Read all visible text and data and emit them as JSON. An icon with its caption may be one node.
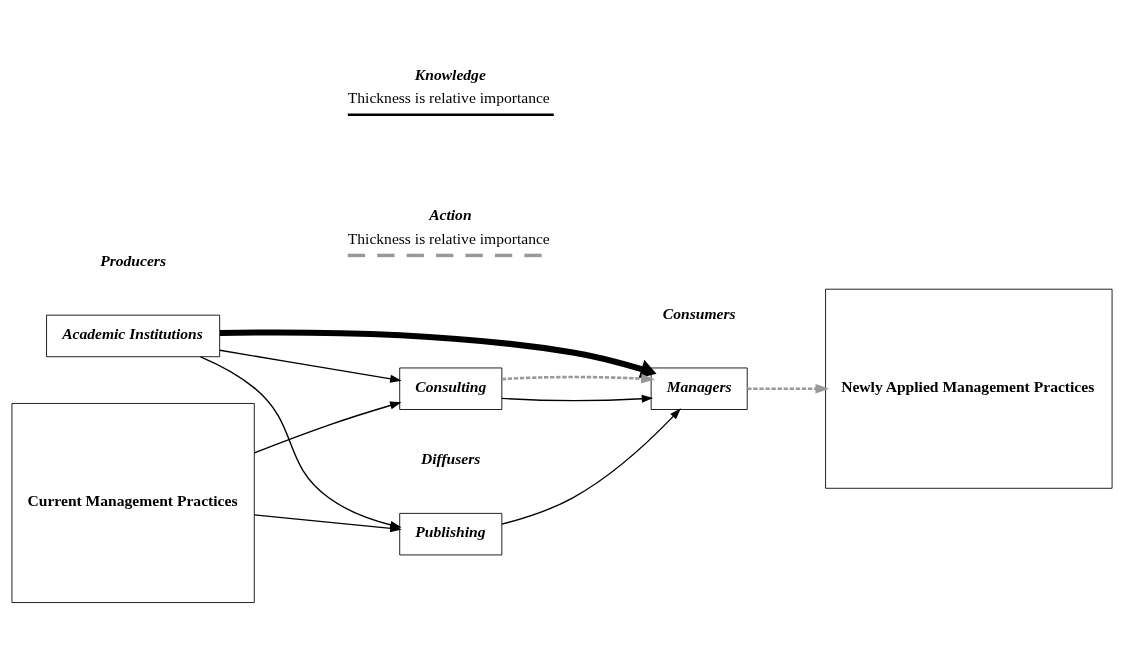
{
  "diagram": {
    "nodes": [
      {
        "text": [
          "Current Management Practices"
        ]
      },
      {
        "text": [
          "Academic Institutions"
        ]
      },
      {
        "text": [
          "Publishing"
        ]
      },
      {
        "text": [
          "Consulting"
        ]
      },
      {
        "text": [
          "Managers"
        ]
      },
      {
        "text": [
          "Newly Applied Management Practices"
        ]
      }
    ],
    "edges": [
      {
        "from": 0,
        "to": 2,
        "arrow": "to"
      },
      {
        "from": 1,
        "to": 2,
        "arrow": "to"
      },
      {
        "from": 1,
        "to": 4,
        "arrow": "to",
        "style": "thick"
      },
      {
        "from": 1,
        "to": 3,
        "arrow": "to"
      },
      {
        "from": 0,
        "to": 3,
        "arrow": "to"
      },
      {
        "from": 2,
        "to": 4,
        "arrow": "to"
      },
      {
        "from": 3,
        "to": 4,
        "arrow": "to"
      },
      {
        "from": 3,
        "to": 4,
        "arrow": "to",
        "style": "dashed",
        "color": "#999999"
      },
      {
        "from": 4,
        "to": 5,
        "arrow": "to",
        "style": "dashed",
        "color": "#999999"
      }
    ],
    "labels": [
      "Producers",
      "Diffusers",
      "Consumers",
      "Thickness is relative importance",
      "Thickness is relative importance"
    ],
    "legend": [
      {
        "text": "Knowledge"
      },
      {
        "text": "Action"
      }
    ]
  }
}
